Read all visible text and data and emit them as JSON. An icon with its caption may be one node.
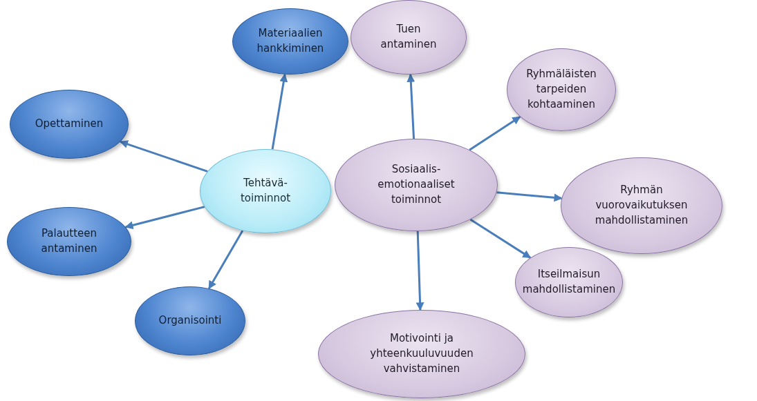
{
  "diagram": {
    "nodes": [
      {
        "text": [
          "Tehtävä- toiminnot"
        ]
      },
      {
        "text": [
          "Sosiaalis- emotionaaliset toiminnot"
        ]
      },
      {
        "text": [
          "Materiaalien hankkiminen"
        ]
      },
      {
        "text": [
          "Opettaminen"
        ]
      },
      {
        "text": [
          "Palautteen antaminen"
        ]
      },
      {
        "text": [
          "Organisointi"
        ]
      },
      {
        "text": [
          "Tuen antaminen"
        ]
      },
      {
        "text": [
          "Ryhmäläisten tarpeiden kohtaaminen"
        ]
      },
      {
        "text": [
          "Ryhmän vuorovaikutuksen mahdollistaminen"
        ]
      },
      {
        "text": [
          "Itseilmaisun mahdollistaminen"
        ]
      },
      {
        "text": [
          "Motivointi ja yhteenkuuluvuuden vahvistaminen"
        ]
      }
    ],
    "edges": [
      {
        "from": 0,
        "to": 2,
        "arrow": "to"
      },
      {
        "from": 0,
        "to": 3,
        "arrow": "to"
      },
      {
        "from": 0,
        "to": 4,
        "arrow": "to"
      },
      {
        "from": 0,
        "to": 5,
        "arrow": "to"
      },
      {
        "from": 1,
        "to": 6,
        "arrow": "to"
      },
      {
        "from": 1,
        "to": 7,
        "arrow": "to"
      },
      {
        "from": 1,
        "to": 8,
        "arrow": "to"
      },
      {
        "from": 1,
        "to": 9,
        "arrow": "to"
      },
      {
        "from": 1,
        "to": 10,
        "arrow": "to"
      }
    ]
  }
}
